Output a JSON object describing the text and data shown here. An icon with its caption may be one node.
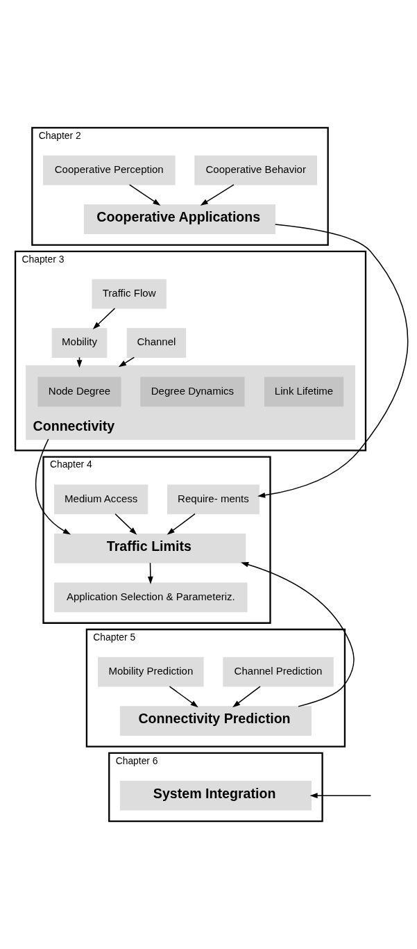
{
  "diagram": {
    "nodes": [
      {
        "text": [
          "Chapter 2"
        ]
      },
      {
        "text": [
          "Cooperative Perception"
        ],
        "in": 0
      },
      {
        "text": [
          "Cooperative Behavior"
        ],
        "in": 0
      },
      {
        "text": [
          "Cooperative Applications"
        ],
        "in": 0
      },
      {
        "text": [
          "Chapter 3"
        ]
      },
      {
        "text": [
          "Traffic Flow"
        ],
        "in": 4
      },
      {
        "text": [
          "Mobility"
        ],
        "in": 4
      },
      {
        "text": [
          "Channel"
        ],
        "in": 4
      },
      {
        "text": [
          "Connectivity"
        ],
        "in": 4
      },
      {
        "text": [
          "Node Degree"
        ],
        "in": 8
      },
      {
        "text": [
          "Degree Dynamics"
        ],
        "in": 8
      },
      {
        "text": [
          "Link Lifetime"
        ],
        "in": 8
      },
      {
        "text": [
          "Chapter 4"
        ]
      },
      {
        "text": [
          "Medium Access"
        ],
        "in": 12
      },
      {
        "text": [
          "Require- ments"
        ],
        "in": 12
      },
      {
        "text": [
          "Traffic Limits"
        ],
        "in": 12
      },
      {
        "text": [
          "Application Selection & Parameteriz."
        ],
        "in": 12
      },
      {
        "text": [
          "Chapter 5"
        ]
      },
      {
        "text": [
          "Mobility Prediction"
        ],
        "in": 17
      },
      {
        "text": [
          "Channel Prediction"
        ],
        "in": 17
      },
      {
        "text": [
          "Connectivity Prediction"
        ],
        "in": 17
      },
      {
        "text": [
          "Chapter 6"
        ]
      },
      {
        "text": [
          "System Integration"
        ],
        "in": 21
      }
    ],
    "edges": [
      {
        "from": 1,
        "to": 3,
        "arrow": "to"
      },
      {
        "from": 2,
        "to": 3,
        "arrow": "to"
      },
      {
        "from": 3,
        "to": 14,
        "arrow": "to"
      },
      {
        "from": 5,
        "to": 6,
        "arrow": "to"
      },
      {
        "from": 6,
        "to": 8,
        "arrow": "to"
      },
      {
        "from": 7,
        "to": 8,
        "arrow": "to"
      },
      {
        "from": 8,
        "to": 15,
        "arrow": "to"
      },
      {
        "from": 13,
        "to": 15,
        "arrow": "to"
      },
      {
        "from": 14,
        "to": 15,
        "arrow": "to"
      },
      {
        "from": 15,
        "to": 16,
        "arrow": "to"
      },
      {
        "from": 18,
        "to": 20,
        "arrow": "to"
      },
      {
        "from": 19,
        "to": 20,
        "arrow": "to"
      },
      {
        "from": 20,
        "to": 15,
        "arrow": "to"
      },
      {
        "from": null,
        "to": 22,
        "arrow": "to"
      }
    ]
  }
}
